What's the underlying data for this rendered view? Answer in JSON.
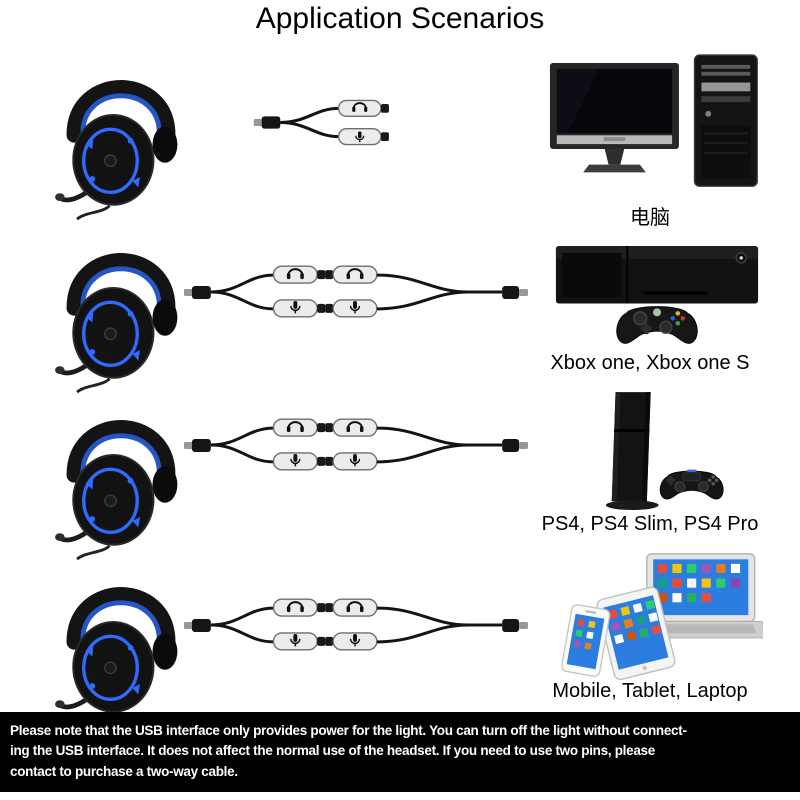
{
  "title": "Application Scenarios",
  "rows": [
    {
      "headset_icon": "gaming-headset-icon",
      "cable_icon": "y-splitter-cable-icon",
      "device_icon": "desktop-computer-icon",
      "device_label": "电脑"
    },
    {
      "headset_icon": "gaming-headset-icon",
      "cable_icon": "splitter-adapter-cable-icon",
      "device_icon": "xbox-console-icon",
      "device_label": "Xbox one, Xbox one S"
    },
    {
      "headset_icon": "gaming-headset-icon",
      "cable_icon": "splitter-adapter-cable-icon",
      "device_icon": "ps4-console-icon",
      "device_label": "PS4, PS4 Slim, PS4 Pro"
    },
    {
      "headset_icon": "gaming-headset-icon",
      "cable_icon": "splitter-adapter-cable-icon",
      "device_icon": "mobile-tablet-laptop-icon",
      "device_label": "Mobile, Tablet, Laptop"
    }
  ],
  "footer": {
    "lines": [
      "Please note that the USB interface only provides power for the light. You can turn off the light without connect-",
      "ing the USB interface. It does not affect the normal use of the headset. If you need to use two pins, please",
      "contact to purchase a two-way cable."
    ]
  },
  "colors": {
    "accent_blue": "#2f6bff",
    "screen_blue": "#2b7de0",
    "footer_background": "#000000",
    "footer_text": "#ffffff",
    "page_background": "#ffffff"
  }
}
